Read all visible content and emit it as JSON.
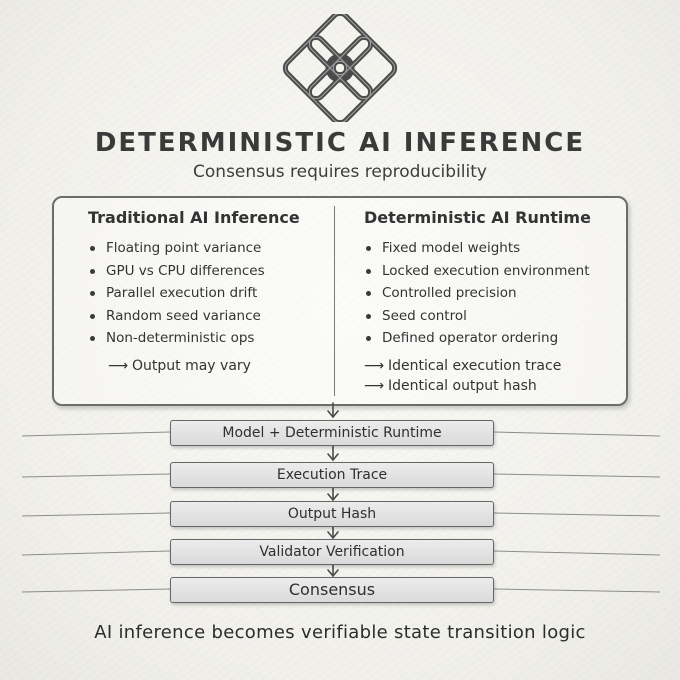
{
  "title": "DETERMINISTIC AI INFERENCE",
  "subtitle": "Consensus requires reproducibility",
  "traditional": {
    "title": "Traditional AI Inference",
    "items": [
      "Floating point variance",
      "GPU vs CPU differences",
      "Parallel execution drift",
      "Random seed variance",
      "Non-deterministic ops"
    ],
    "outcome": "Output may vary"
  },
  "deterministic": {
    "title": "Deterministic AI Runtime",
    "items": [
      "Fixed model weights",
      "Locked execution environment",
      "Controlled precision",
      "Seed control",
      "Defined operator ordering"
    ],
    "outcomes": [
      "Identical execution trace",
      "Identical output hash"
    ]
  },
  "pipeline": [
    "Model + Deterministic Runtime",
    "Execution Trace",
    "Output Hash",
    "Validator Verification",
    "Consensus"
  ],
  "footer": "AI inference becomes verifiable state transition logic",
  "arrow_glyph": "⟶",
  "icons": {
    "logo": "interlocking-knot-logo",
    "arrow": "right-arrow"
  }
}
